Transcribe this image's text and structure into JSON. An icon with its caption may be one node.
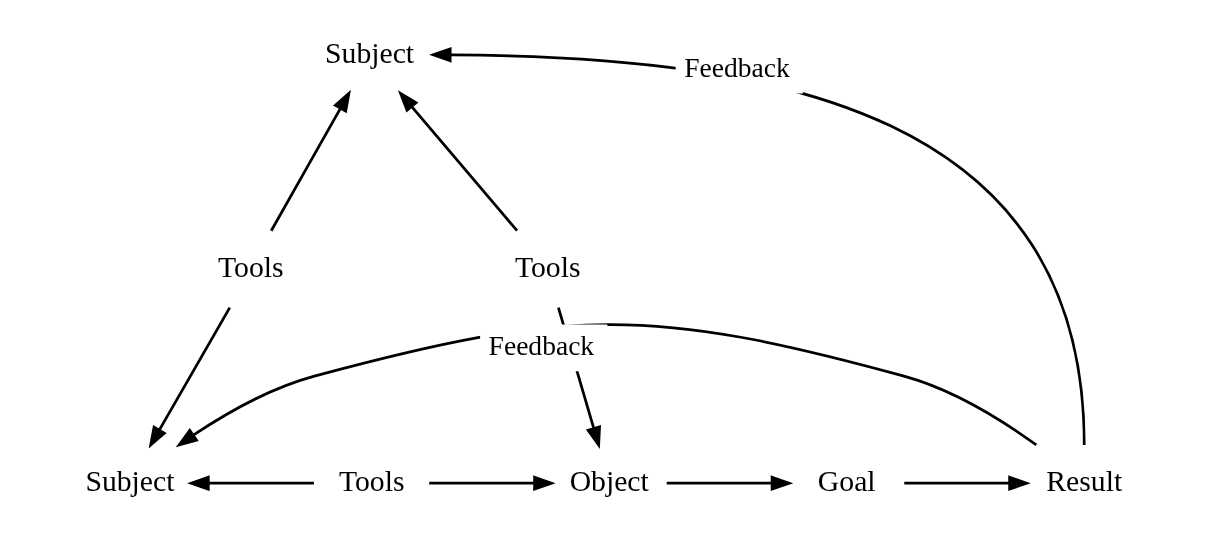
{
  "diagram": {
    "nodes": [
      {
        "text": [
          "Subject"
        ]
      },
      {
        "text": [
          "Tools"
        ]
      },
      {
        "text": [
          "Tools"
        ]
      },
      {
        "text": [
          "Subject"
        ]
      },
      {
        "text": [
          "Tools"
        ]
      },
      {
        "text": [
          "Object"
        ]
      },
      {
        "text": [
          "Goal"
        ]
      },
      {
        "text": [
          "Result"
        ]
      }
    ],
    "edges": [
      {
        "from": 1,
        "to": 0,
        "arrow": "to"
      },
      {
        "from": 1,
        "to": 3,
        "arrow": "to"
      },
      {
        "from": 2,
        "to": 0,
        "arrow": "to"
      },
      {
        "from": 2,
        "to": 5,
        "arrow": "to"
      },
      {
        "from": 4,
        "to": 3,
        "arrow": "to"
      },
      {
        "from": 4,
        "to": 5,
        "arrow": "to"
      },
      {
        "from": 5,
        "to": 6,
        "arrow": "to"
      },
      {
        "from": 6,
        "to": 7,
        "arrow": "to"
      },
      {
        "from": 7,
        "to": 0,
        "arrow": "to",
        "label": "Feedback"
      },
      {
        "from": 7,
        "to": 3,
        "arrow": "to",
        "label": "Feedback"
      }
    ]
  }
}
